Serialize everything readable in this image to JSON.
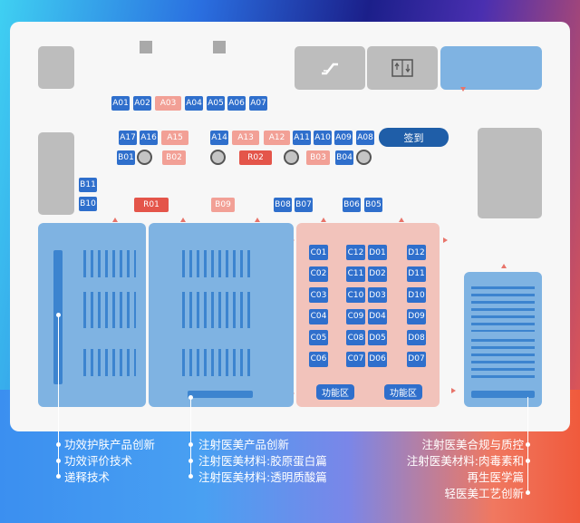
{
  "top_row": [
    "A01",
    "A02",
    "A03",
    "A04",
    "A05",
    "A06",
    "A07"
  ],
  "row2_left": [
    "A17",
    "A16",
    "A15"
  ],
  "row2_right": [
    "A14",
    "A13",
    "A12",
    "A11",
    "A10",
    "A09",
    "A08"
  ],
  "b_row": {
    "b01": "B01",
    "b02": "B02",
    "r02": "R02",
    "b03": "B03",
    "b04": "B04"
  },
  "signin": "签到",
  "side": {
    "b11": "B11",
    "b10": "B10"
  },
  "mid": {
    "r01": "R01",
    "b09": "B09",
    "b08": "B08",
    "b07": "B07",
    "b06": "B06",
    "b05": "B05"
  },
  "c_booths": [
    [
      "C01",
      "C12",
      "D01",
      "D12"
    ],
    [
      "C02",
      "C11",
      "D02",
      "D11"
    ],
    [
      "C03",
      "C10",
      "D03",
      "D10"
    ],
    [
      "C04",
      "C09",
      "D04",
      "D09"
    ],
    [
      "C05",
      "C08",
      "D05",
      "D08"
    ],
    [
      "C06",
      "C07",
      "D06",
      "D07"
    ]
  ],
  "function_zone": "功能区",
  "legend_left": [
    "功效护肤产品创新",
    "功效评价技术",
    "递释技术"
  ],
  "legend_mid": [
    "注射医美产品创新",
    "注射医美材料:胶原蛋白篇",
    "注射医美材料:透明质酸篇"
  ],
  "legend_right": [
    "注射医美合规与质控",
    "注射医美材料:肉毒素和",
    "再生医学篇",
    "轻医美工艺创新"
  ],
  "colors": {
    "booth_blue": "#2f6fcc",
    "booth_salmon": "#f2a096",
    "booth_red": "#e4554a",
    "hall_blue": "#7fb3e2",
    "hall_pink": "#f2c3bb"
  },
  "icons": [
    "escalator-icon",
    "elevator-icon"
  ]
}
